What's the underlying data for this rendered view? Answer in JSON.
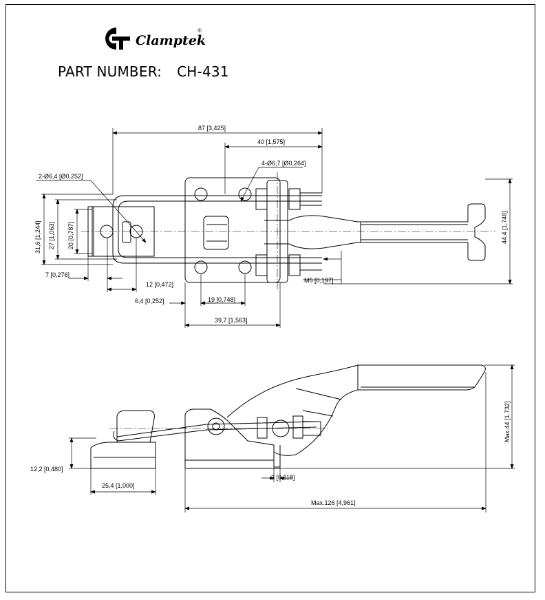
{
  "brand": {
    "name": "Clamptek",
    "registered_mark": "®",
    "logo_icon": "clamptek-g-logo-icon"
  },
  "part": {
    "label": "PART NUMBER:",
    "number": "CH-431"
  },
  "top_view_dimensions": {
    "overall_length": "87 [3,425]",
    "base_to_bolt": "40 [1,575]",
    "mount_holes": "4-Ø6,7 [Ø0,264]",
    "retainer_holes": "2-Ø6,4 [Ø0,252]",
    "outer_width": "31,6 [1,244]",
    "inner_width": "27 [1,063]",
    "hole_spacing": "20 [0,787]",
    "handle_width": "44,4 [1,748]",
    "retainer_offset": "7 [0,276]",
    "retainer_hole_pitch": "12 [0,472]",
    "hole_edge": "6,4 [0,252]",
    "base_hole_pitch": "19 [0,748]",
    "base_length": "39,7 [1,563]",
    "thread": "M5 [0,197]"
  },
  "side_view_dimensions": {
    "retainer_height": "12,2 [0,480]",
    "retainer_length": "25,4 [1,000]",
    "base_thickness": "3 [0,118]",
    "max_height": "Max.44 [1.732]",
    "max_length": "Max.126 [4,961]"
  }
}
